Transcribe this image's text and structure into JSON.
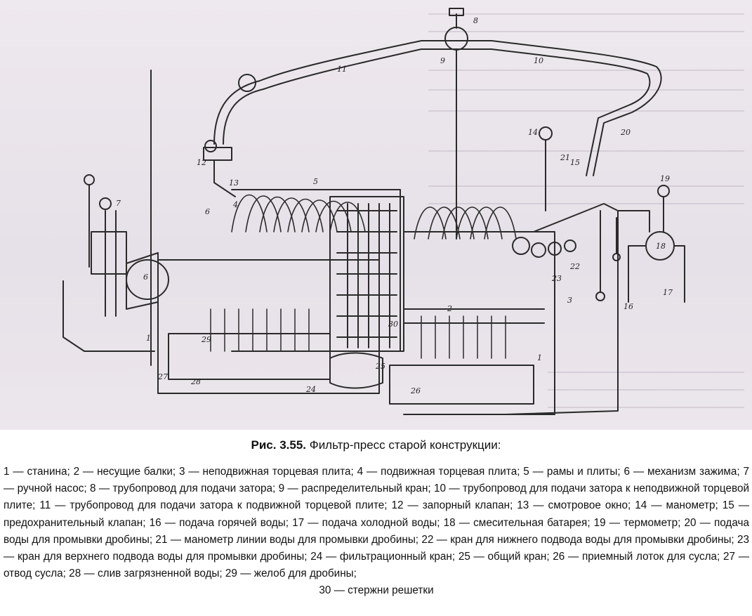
{
  "figure": {
    "callouts": [
      "1",
      "2",
      "3",
      "4",
      "5",
      "6",
      "7",
      "8",
      "9",
      "10",
      "11",
      "12",
      "13",
      "14",
      "15",
      "16",
      "17",
      "18",
      "19",
      "20",
      "21",
      "22",
      "23",
      "24",
      "25",
      "26",
      "27",
      "28",
      "29",
      "30"
    ]
  },
  "caption": {
    "label": "Рис. 3.55.",
    "title": "Фильтр-пресс старой конструкции:"
  },
  "legend": {
    "text": "1 — станина; 2 — несущие балки; 3 — неподвижная торцевая плита; 4 — подвижная торцевая плита; 5 — рамы и плиты; 6 — механизм зажима; 7 — ручной насос; 8 — трубопровод для подачи затора; 9 — распределительный кран; 10 — трубопровод для подачи затора к неподвижной торцевой плите; 11 — трубопровод для подачи затора к подвижной торцевой плите; 12 — запорный клапан; 13 — смотровое окно; 14 — манометр; 15 — предохранительный клапан; 16 — подача горячей воды; 17 — подача холодной воды; 18 — смесительная батарея; 19 — термометр; 20 — подача воды для промывки дробины; 21 — манометр линии воды для промывки дробины; 22 — кран для нижнего подвода воды для промывки дробины; 23 — кран для верхнего подвода воды для промывки дробины; 24 — фильтрационный кран; 25 — общий кран; 26 — приемный лоток для сусла; 27 — отвод сусла; 28 — слив загрязненной воды; 29 — желоб для дробины;",
    "last_line": "30 — стержни решетки"
  }
}
